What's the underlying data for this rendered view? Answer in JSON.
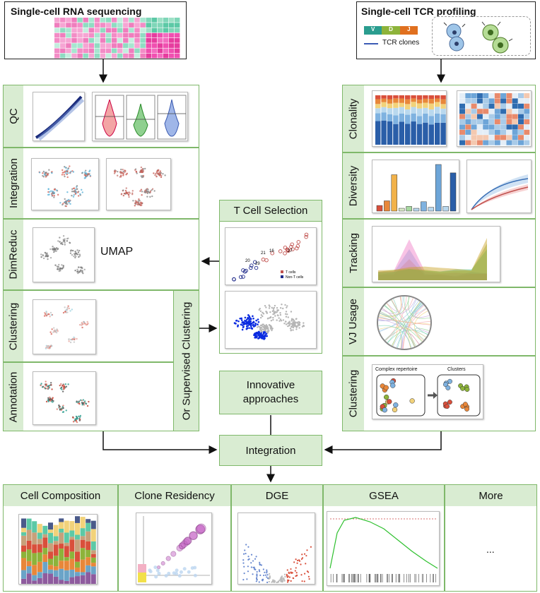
{
  "top": {
    "rna_title": "Single-cell RNA sequencing",
    "tcr_title": "Single-cell TCR profiling",
    "vdj": [
      "V",
      "D",
      "J"
    ],
    "tcr_clones_label": "TCR clones"
  },
  "left_steps": [
    "QC",
    "Integration",
    "DimReduc",
    "Clustering",
    "Annotation"
  ],
  "supervised_label": "Or Supervised Clustering",
  "umap_label": "UMAP",
  "tcell": {
    "title": "T Cell Selection",
    "legend": [
      "T cells",
      "Non-T cells"
    ],
    "point_labels": [
      "21",
      "16",
      "27",
      "20",
      "29",
      "28"
    ]
  },
  "right_steps": [
    "Clonality",
    "Diversity",
    "Tracking",
    "VJ Usage",
    "Clustering"
  ],
  "repertoire": {
    "left": "Complex repertoire",
    "right": "Clusters"
  },
  "innovative": "Innovative approaches",
  "integration": "Integration",
  "bottom": [
    "Cell Composition",
    "Clone Residency",
    "DGE",
    "GSEA",
    "More"
  ],
  "more_dots": "...",
  "colors": {
    "border": "#7fb86a",
    "fill": "#d9ecd2",
    "tcells": "#c0504d",
    "nontcells": "#1f2a8a"
  }
}
